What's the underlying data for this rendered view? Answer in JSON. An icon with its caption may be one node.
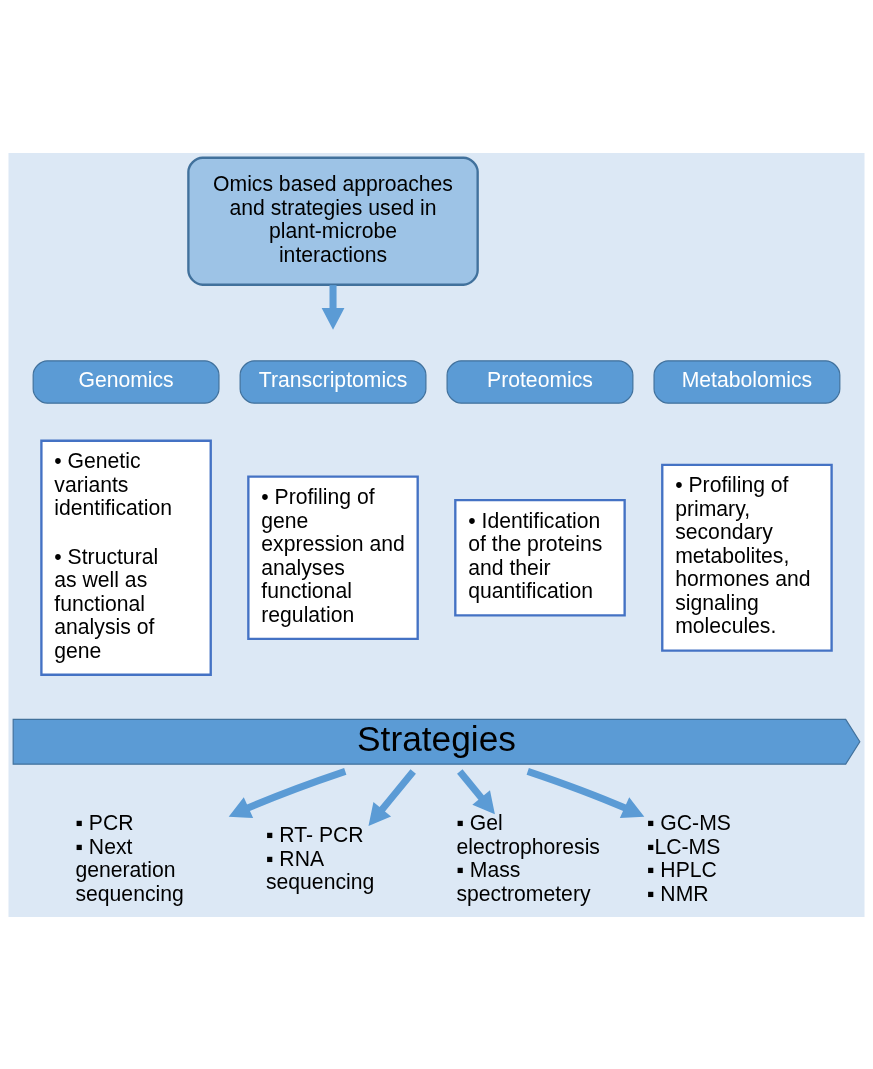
{
  "diagram": {
    "nodes": [
      {
        "text": [
          "Omics based approaches and strategies used in plant-microbe interactions"
        ]
      },
      {
        "text": [
          "Genomics"
        ]
      },
      {
        "text": [
          "Transcriptomics"
        ]
      },
      {
        "text": [
          "Proteomics"
        ]
      },
      {
        "text": [
          "Metabolomics"
        ]
      },
      {
        "text": [
          "• Genetic variants identification",
          "• Structural as well as functional analysis of gene"
        ]
      },
      {
        "text": [
          "• Profiling of gene expression and analyses functional regulation"
        ]
      },
      {
        "text": [
          "• Identification of the proteins and their quantification"
        ]
      },
      {
        "text": [
          "• Profiling of primary, secondary metabolites, hormones and signaling molecules."
        ]
      },
      {
        "text": [
          "Strategies"
        ]
      },
      {
        "text": [
          "▪ PCR",
          "▪ Next generation sequencing"
        ]
      },
      {
        "text": [
          "▪ RT- PCR",
          "▪ RNA sequencing"
        ]
      },
      {
        "text": [
          "▪ Gel electrophoresis",
          "▪ Mass spectrometery"
        ]
      },
      {
        "text": [
          "▪ GC-MS",
          "▪LC-MS",
          "▪ HPLC",
          "▪ NMR"
        ]
      }
    ],
    "edges": [
      {
        "from": 0,
        "to": null,
        "arrow": "to"
      },
      {
        "from": 9,
        "to": 10,
        "arrow": "to"
      },
      {
        "from": 9,
        "to": 11,
        "arrow": "to"
      },
      {
        "from": 9,
        "to": 12,
        "arrow": "to"
      },
      {
        "from": 9,
        "to": 13,
        "arrow": "to"
      }
    ]
  }
}
